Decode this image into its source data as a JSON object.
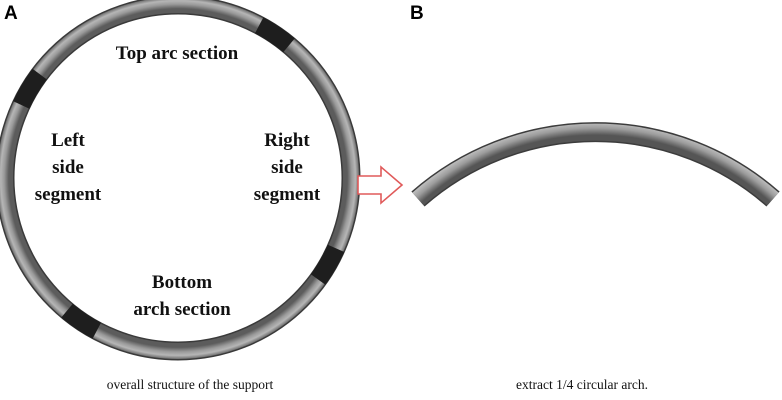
{
  "panels": {
    "a": {
      "letter": "A",
      "caption": "overall structure of the support",
      "labels": {
        "top": "Top arc section",
        "left": [
          "Left",
          "side",
          "segment"
        ],
        "right": [
          "Right",
          "side",
          "segment"
        ],
        "bottom": [
          "Bottom",
          "arch section"
        ]
      }
    },
    "b": {
      "letter": "B",
      "caption": "extract 1/4 circular arch."
    }
  },
  "colors": {
    "ring": "#8c8c8c",
    "joint": "#1e1e1e",
    "arrow": "#e05a5a"
  }
}
